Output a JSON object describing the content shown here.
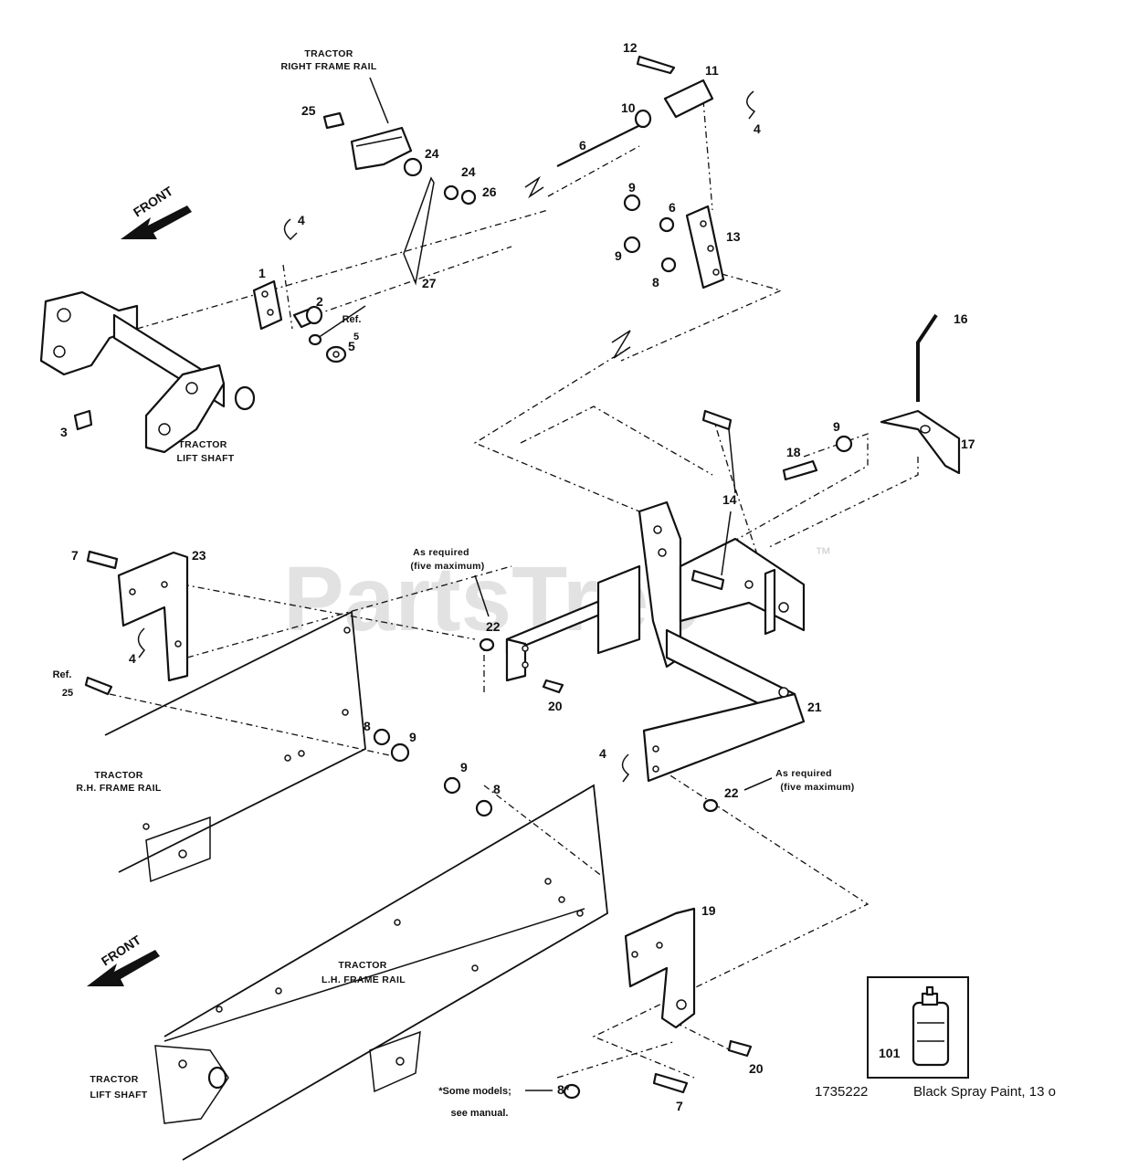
{
  "watermark": {
    "text": "PartsTree",
    "mark": "™"
  },
  "captions": {
    "right_frame_rail": [
      "TRACTOR",
      "RIGHT FRAME RAIL"
    ],
    "lift_shaft_top": [
      "TRACTOR",
      "LIFT SHAFT"
    ],
    "rh_frame_rail": [
      "TRACTOR",
      "R.H. FRAME RAIL"
    ],
    "lh_frame_rail": [
      "TRACTOR",
      "L.H. FRAME RAIL"
    ],
    "lift_shaft_bottom": [
      "TRACTOR",
      "LIFT SHAFT"
    ],
    "front_top": "FRONT",
    "front_bottom": "FRONT",
    "as_required_1": [
      "As required",
      "(five maximum)"
    ],
    "as_required_2": [
      "As required",
      "(five maximum)"
    ],
    "some_models": [
      "*Some models;",
      "see manual."
    ],
    "ref5": [
      "Ref.",
      "5"
    ],
    "ref25": [
      "Ref.",
      "25"
    ]
  },
  "callouts": {
    "c12": "12",
    "c11": "11",
    "c4a": "4",
    "c10": "10",
    "c25": "25",
    "c24a": "24",
    "c24b": "24",
    "c26": "26",
    "c6a": "6",
    "c9a": "9",
    "c6b": "6",
    "c13": "13",
    "c9b": "9",
    "c8a": "8",
    "c4b": "4",
    "c1": "1",
    "c2": "2",
    "c27": "27",
    "c5": "5",
    "c3": "3",
    "c16": "16",
    "c9c": "9",
    "c18": "18",
    "c17": "17",
    "c14": "14",
    "c7a": "7",
    "c23": "23",
    "c4c": "4",
    "c22a": "22",
    "c20a": "20",
    "c21": "21",
    "c8b": "8",
    "c9d": "9",
    "c9e": "9",
    "c8c": "8",
    "c4d": "4",
    "c22b": "22",
    "c19": "19",
    "c20b": "20",
    "c8star": "8*",
    "c7b": "7"
  },
  "inset": {
    "number": "101",
    "part_number": "1735222",
    "description": "Black Spray Paint, 13 o"
  }
}
